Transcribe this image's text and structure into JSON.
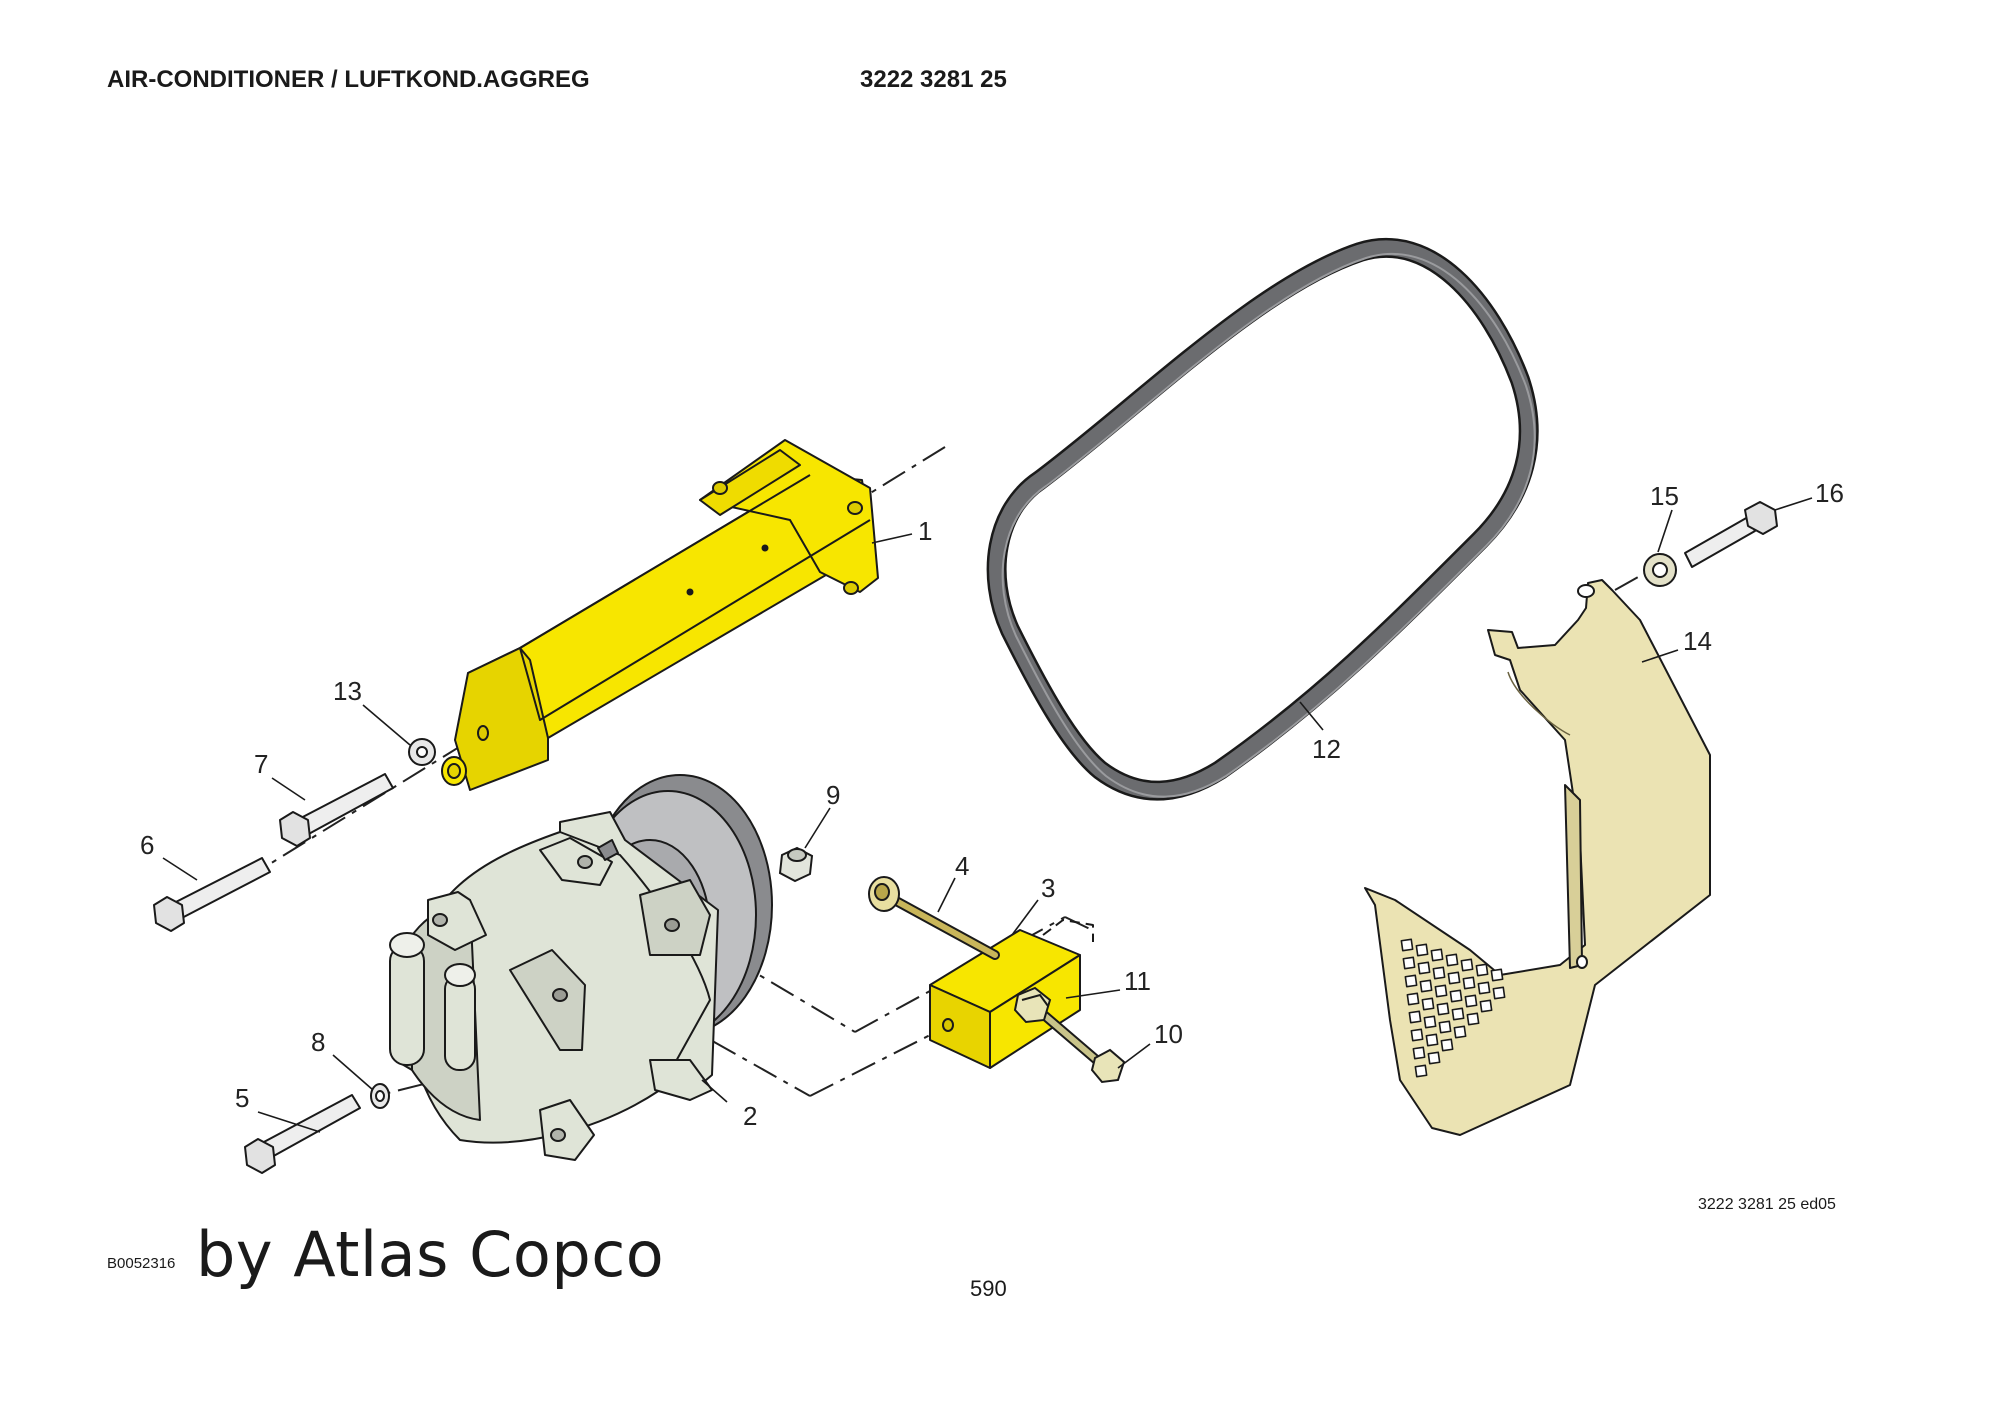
{
  "header": {
    "title": "AIR-CONDITIONER / LUFTKOND.AGGREG",
    "document_number": "3222 3281 25"
  },
  "callouts": [
    "1",
    "2",
    "3",
    "4",
    "5",
    "6",
    "7",
    "8",
    "9",
    "10",
    "11",
    "12",
    "13",
    "14",
    "15",
    "16"
  ],
  "footer": {
    "edition": "3222 3281 25 ed05",
    "image_code": "B0052316",
    "brand": "by Atlas Copco",
    "page_number": "590"
  },
  "colors": {
    "bracket_yellow": "#f7e600",
    "compressor_grey": "#dfe4d7",
    "guard_cream": "#ebe3b3",
    "belt_grey": "#6b6c6f",
    "outline": "#1a1a1a"
  }
}
